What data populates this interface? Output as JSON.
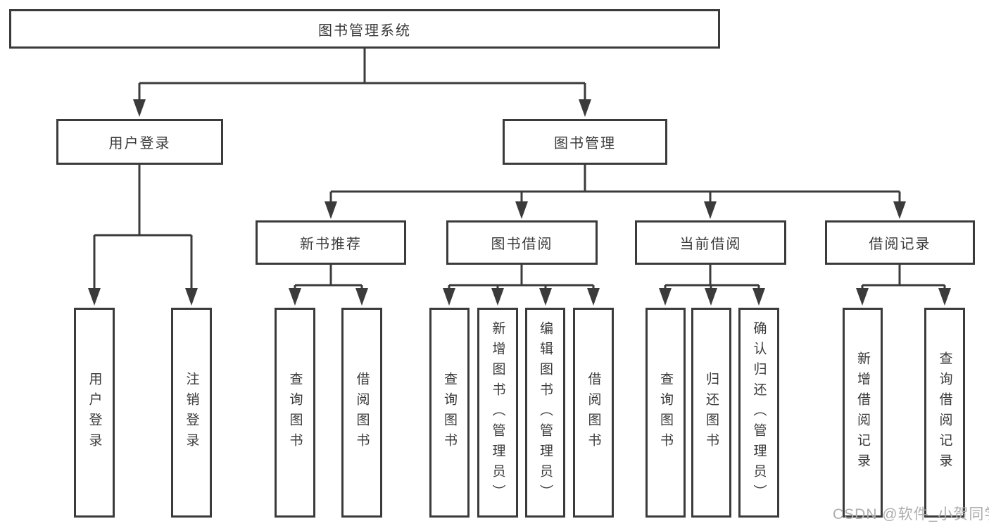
{
  "diagram": {
    "nodes": {
      "root": {
        "label": "图书管理系统"
      },
      "user_login": {
        "label": "用户登录"
      },
      "book_mgmt": {
        "label": "图书管理"
      },
      "new_book_rec": {
        "label": "新书推荐"
      },
      "book_borrow": {
        "label": "图书借阅"
      },
      "current_borrow": {
        "label": "当前借阅"
      },
      "borrow_records": {
        "label": "借阅记录"
      },
      "leaf_user_login": {
        "label": "用户登录"
      },
      "leaf_logout": {
        "label": "注销登录"
      },
      "leaf_query_book_rec": {
        "label": "查询图书"
      },
      "leaf_borrow_book_rec": {
        "label": "借阅图书"
      },
      "leaf_query_book_bor": {
        "label": "查询图书"
      },
      "leaf_add_book": {
        "label": "新增图书（管理员）"
      },
      "leaf_edit_book": {
        "label": "编辑图书（管理员）"
      },
      "leaf_borrow_book": {
        "label": "借阅图书"
      },
      "leaf_query_book_cur": {
        "label": "查询图书"
      },
      "leaf_return_book": {
        "label": "归还图书"
      },
      "leaf_confirm_return": {
        "label": "确认归还（管理员）"
      },
      "leaf_add_record": {
        "label": "新增借阅记录"
      },
      "leaf_query_record": {
        "label": "查询借阅记录"
      }
    }
  },
  "watermark": {
    "text": "CSDN @软件_小贺同学"
  },
  "colors": {
    "line": "#3b3b3b",
    "text": "#3a3a3a",
    "box_fill": "#ffffff",
    "background": "#ffffff",
    "watermark": "#aeaeae"
  }
}
